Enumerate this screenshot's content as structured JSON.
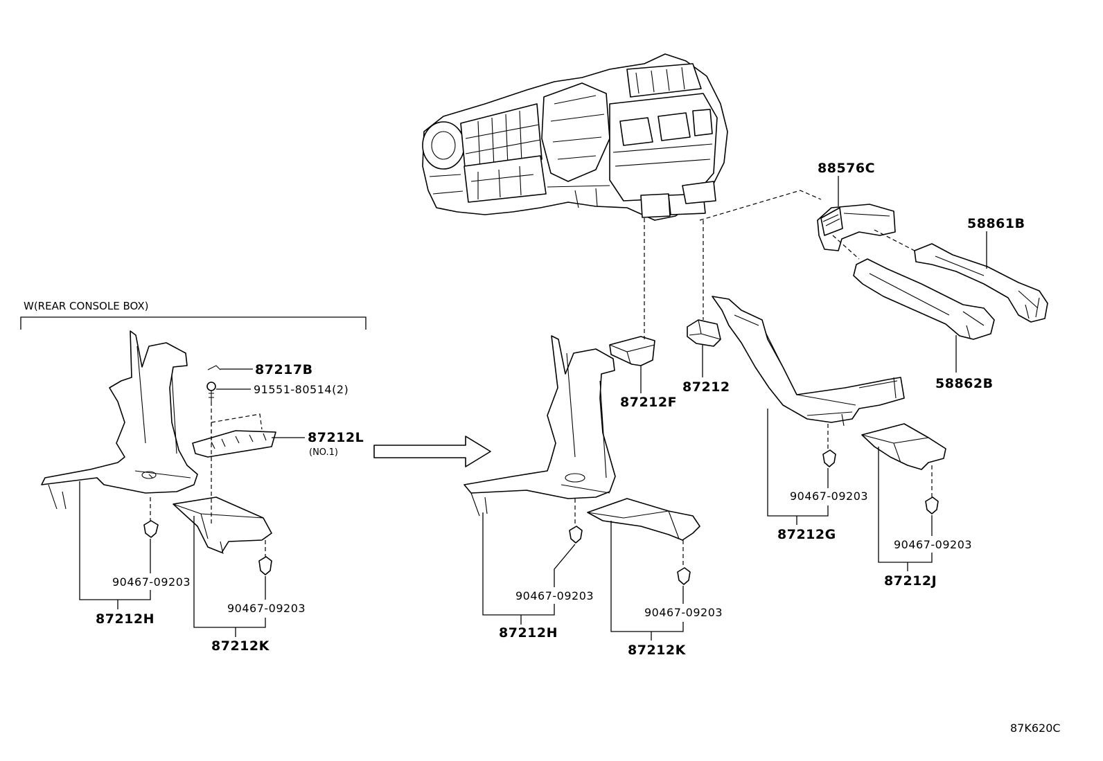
{
  "diagram": {
    "group_label": "W(REAR CONSOLE BOX)",
    "figure_code": "87K620C",
    "parts": {
      "p_88576C": "88576C",
      "p_58861B": "58861B",
      "p_58862B": "58862B",
      "p_87212": "87212",
      "p_87212F": "87212F",
      "p_87212G": "87212G",
      "p_87212J": "87212J",
      "p_87212H_left": "87212H",
      "p_87212K_left": "87212K",
      "p_87212H_mid": "87212H",
      "p_87212K_mid": "87212K",
      "p_87217B": "87217B",
      "p_91551": "91551-80514(2)",
      "p_87212L": "87212L",
      "p_87212L_note": "(NO.1)",
      "clip_left_1": "90467-09203",
      "clip_left_2": "90467-09203",
      "clip_mid_1": "90467-09203",
      "clip_mid_2": "90467-09203",
      "clip_right_1": "90467-09203",
      "clip_right_2": "90467-09203"
    }
  }
}
